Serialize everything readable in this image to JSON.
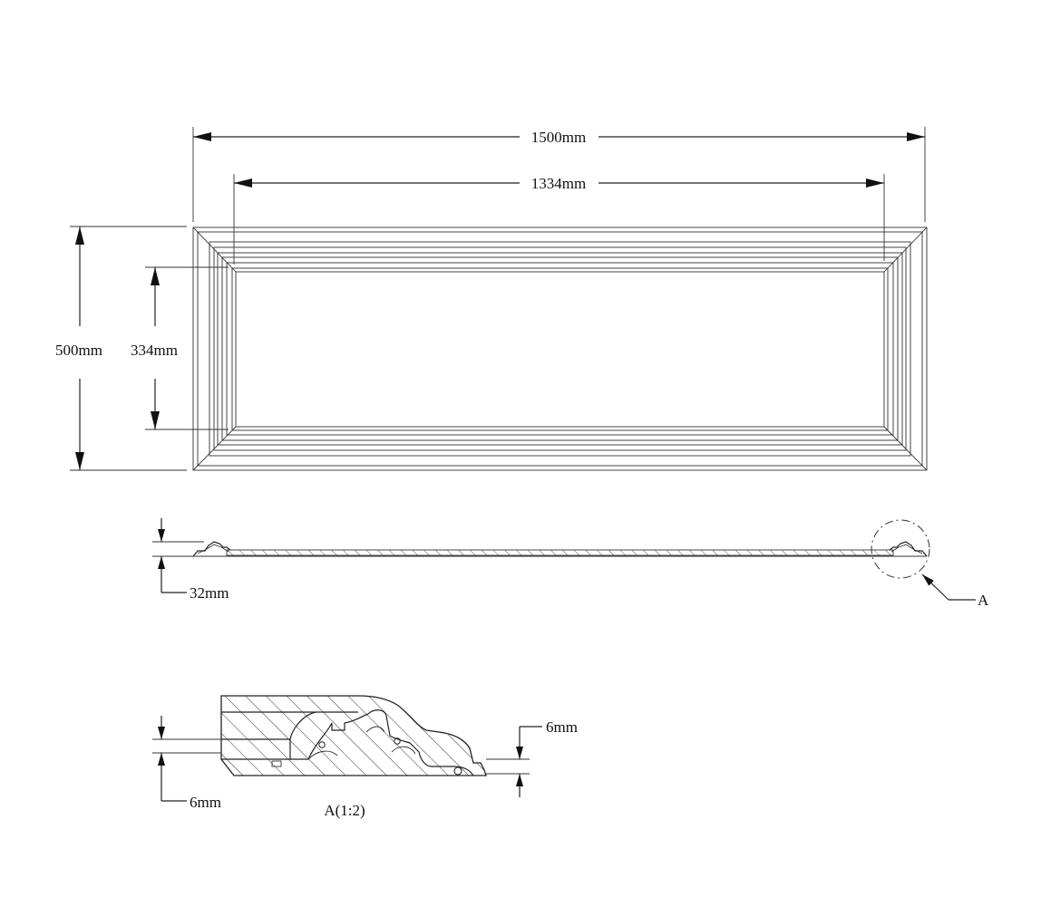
{
  "drawing": {
    "front_view": {
      "overall_width": "1500mm",
      "inner_width": "1334mm",
      "overall_height": "500mm",
      "inner_height": "334mm"
    },
    "side_view": {
      "thickness": "32mm",
      "detail_callout": "A"
    },
    "detail_view": {
      "label": "A(1:2)",
      "dim_left": "6mm",
      "dim_right": "6mm"
    }
  }
}
